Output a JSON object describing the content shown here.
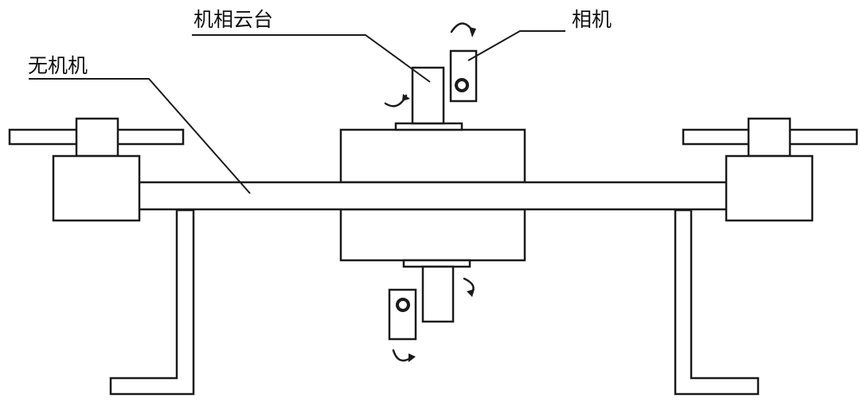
{
  "labels": {
    "drone": "无机机",
    "gimbal": "机相云台",
    "camera": "相机"
  },
  "colors": {
    "stroke": "#1a1a1a",
    "fill": "#ffffff",
    "background": "#ffffff"
  }
}
